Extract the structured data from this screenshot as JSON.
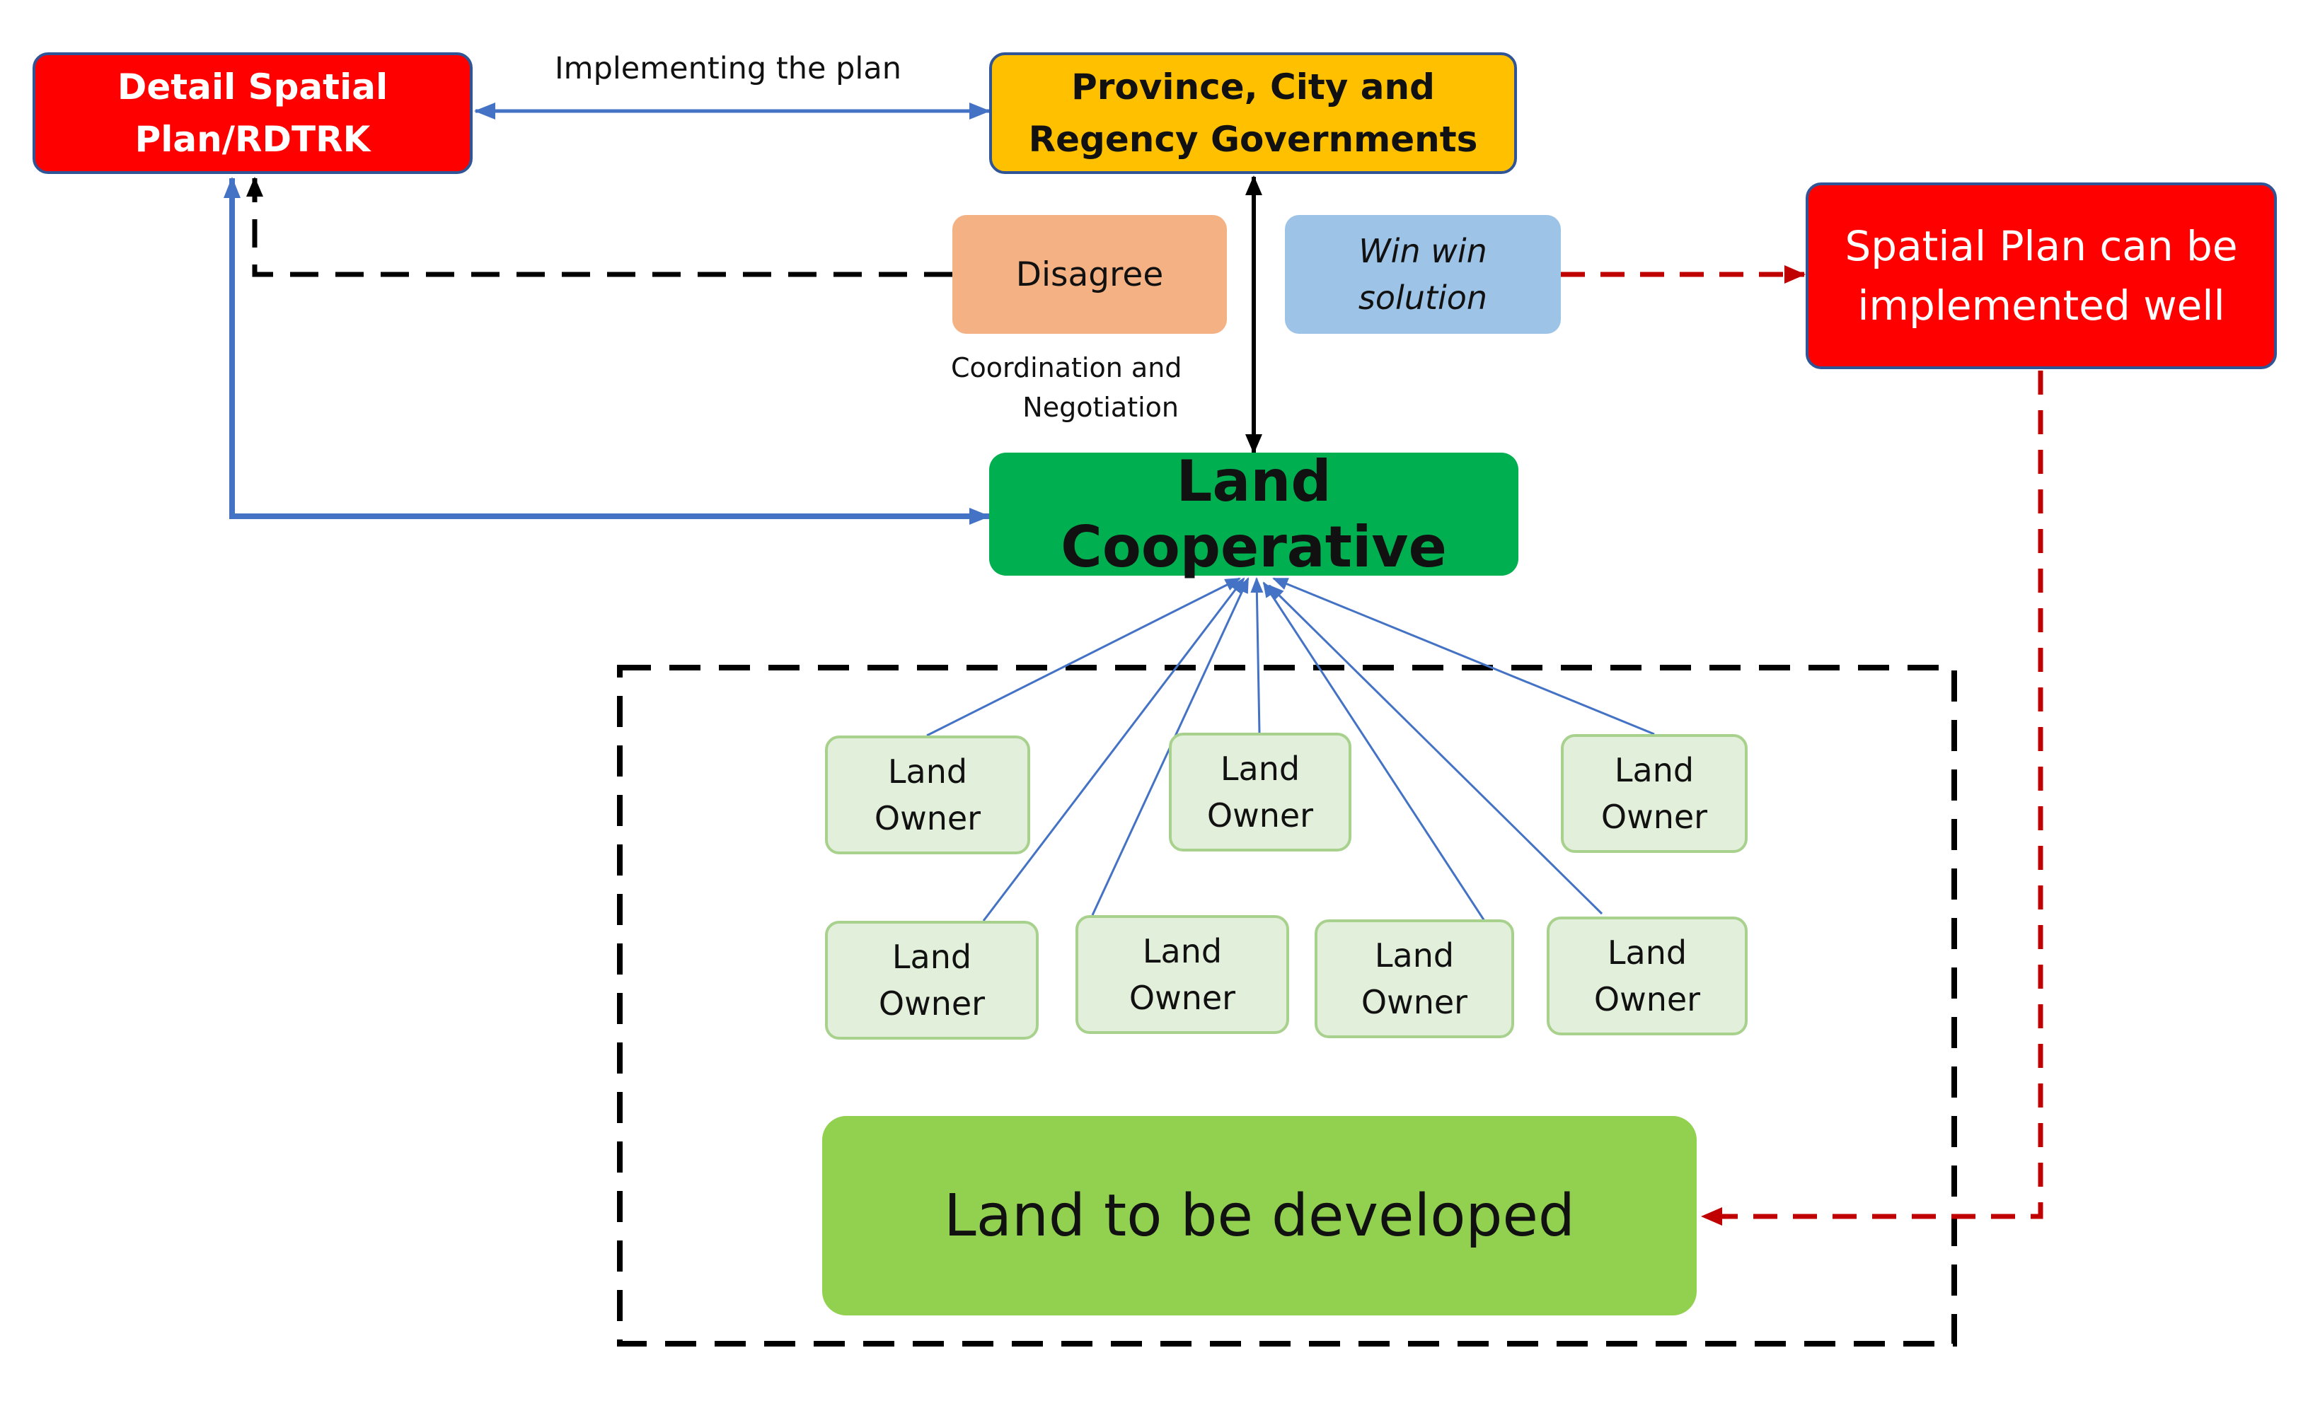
{
  "nodes": {
    "detail_plan": {
      "lines": [
        "Detail Spatial",
        "Plan/RDTRK"
      ],
      "color": "#ff0000"
    },
    "governments": {
      "lines": [
        "Province, City and",
        "Regency Governments"
      ],
      "color": "#ffc000"
    },
    "disagree": {
      "text": "Disagree",
      "color": "#f4b183"
    },
    "win_win": {
      "lines": [
        "Win win",
        "solution"
      ],
      "color": "#9dc3e6"
    },
    "spatial_plan": {
      "lines": [
        "Spatial Plan can be",
        "implemented well"
      ],
      "color": "#ff0000"
    },
    "land_cooperative": {
      "text": "Land Cooperative",
      "color": "#00b050"
    },
    "land_owners": [
      {
        "lines": [
          "Land",
          "Owner"
        ]
      },
      {
        "lines": [
          "Land",
          "Owner"
        ]
      },
      {
        "lines": [
          "Land",
          "Owner"
        ]
      },
      {
        "lines": [
          "Land",
          "Owner"
        ]
      },
      {
        "lines": [
          "Land",
          "Owner"
        ]
      },
      {
        "lines": [
          "Land",
          "Owner"
        ]
      },
      {
        "lines": [
          "Land",
          "Owner"
        ]
      }
    ],
    "land_to_develop": {
      "text": "Land to be developed",
      "color": "#92d050"
    }
  },
  "edge_labels": {
    "implementing": "Implementing the plan",
    "coordination": [
      "Coordination and",
      "Negotiation"
    ]
  },
  "colors": {
    "blue_arrow": "#4472c4",
    "red_dashed": "#c00000",
    "black": "#000000",
    "owner_fill": "#e2efda",
    "owner_border": "#a9d18e"
  }
}
